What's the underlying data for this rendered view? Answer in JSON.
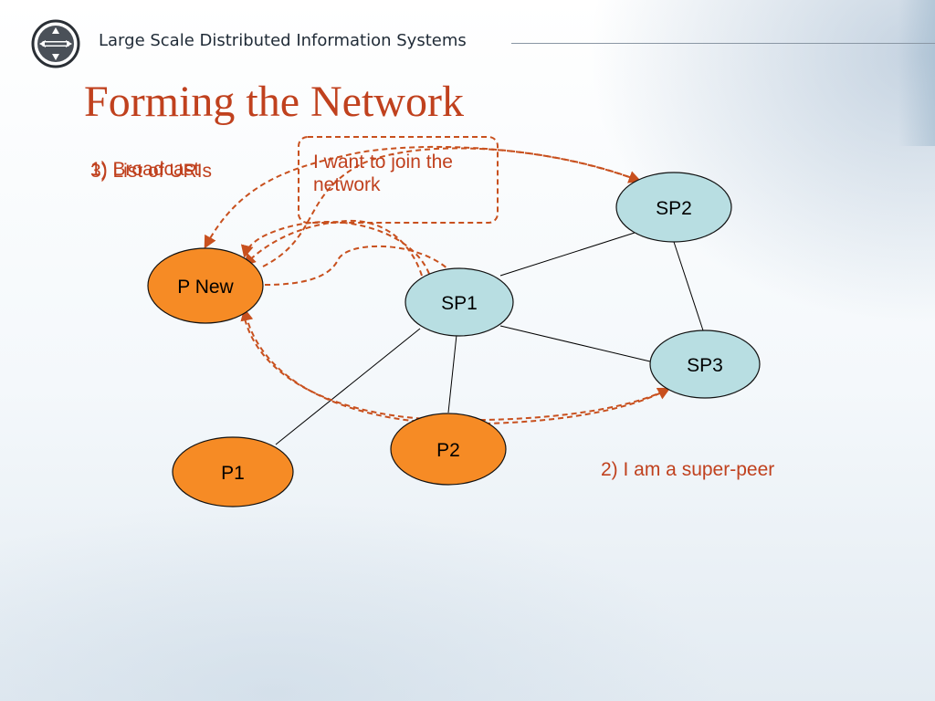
{
  "header": {
    "title": "Large Scale Distributed Information Systems"
  },
  "slide": {
    "title": "Forming the Network"
  },
  "annotations": {
    "step1": "1) Broadcast",
    "step3": "3) List of URIs",
    "callout": "I want to join the network",
    "step2": "2) I am a super-peer"
  },
  "nodes": {
    "p_new": "P New",
    "sp1": "SP1",
    "sp2": "SP2",
    "sp3": "SP3",
    "p1": "P1",
    "p2": "P2"
  },
  "colors": {
    "peer": "#f68b25",
    "super_peer": "#b8dee2",
    "accent": "#c0411e"
  }
}
